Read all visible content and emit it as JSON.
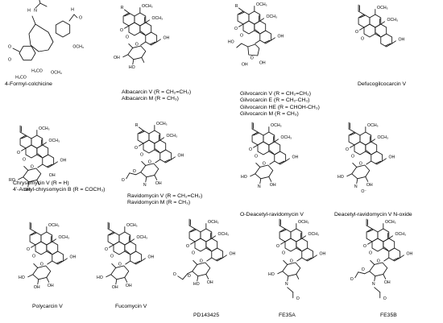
{
  "compounds": [
    {
      "id": "c1",
      "lines": [
        "4-Formyl-colchicine"
      ],
      "atoms": [
        "H",
        "N",
        "O",
        "O",
        "H₃CO",
        "H₃CO",
        "OCH₃",
        "OCH₃",
        "O"
      ]
    },
    {
      "id": "c2",
      "lines": [
        "Albacarcin V (R = CH₂=CH₂)",
        "Albacarcin M (R = CH₃)"
      ],
      "atoms": [
        "R",
        "OCH₃",
        "OCH₃",
        "O",
        "O",
        "OH",
        "OH",
        "HO",
        "O"
      ]
    },
    {
      "id": "c3",
      "lines": [
        "Gilvocarcin V (R = CH₂=CH₂)",
        "Gilvocarcin E (R = CH₂-CH₃)",
        "Gilvocarcin HE (R = CHOH-CH₃)",
        "Gilvocarcin M (R = CH₃)"
      ],
      "atoms": [
        "R",
        "OCH₃",
        "OCH₃",
        "O",
        "O",
        "OH",
        "HO",
        "OH",
        "OH",
        "O"
      ]
    },
    {
      "id": "c4",
      "lines": [
        "Defucogilcocarcin V"
      ],
      "atoms": [
        "OCH₃",
        "OCH₃",
        "O",
        "O",
        "OH"
      ]
    },
    {
      "id": "c5",
      "lines": [
        "Chrysomycin V (R = H)",
        "4’-Acetyl-chrysomycin B (R = COCH₃)"
      ],
      "atoms": [
        "OCH₃",
        "OCH₃",
        "O",
        "O",
        "O",
        "OH",
        "OH",
        "RO",
        "OH"
      ]
    },
    {
      "id": "c6",
      "lines": [
        "Ravidomycin V (R = CH₂=CH₂)",
        "Ravidomycin M (R = CH₃)"
      ],
      "atoms": [
        "R",
        "OCH₃",
        "OCH₃",
        "O",
        "O",
        "O",
        "O",
        "OH",
        "OH",
        "N"
      ]
    },
    {
      "id": "c7",
      "lines": [
        "O-Deacetyl-ravidomycin V"
      ],
      "atoms": [
        "OCH₃",
        "OCH₃",
        "O",
        "O",
        "O",
        "OH",
        "HO",
        "OH",
        "N"
      ]
    },
    {
      "id": "c8",
      "lines": [
        "Deacetyl-ravidomycin V N-oxide"
      ],
      "atoms": [
        "OCH₃",
        "OCH₃",
        "O",
        "O",
        "O",
        "OH",
        "OH",
        "HO",
        "N",
        "O⁻"
      ]
    },
    {
      "id": "c9",
      "lines": [
        "Polycarcin V"
      ],
      "atoms": [
        "OCH₃",
        "OCH₃",
        "O",
        "O",
        "O",
        "OH",
        "HO",
        "OH",
        "OH"
      ]
    },
    {
      "id": "c10",
      "lines": [
        "Fucomycin V"
      ],
      "atoms": [
        "OCH₃",
        "OCH₃",
        "O",
        "O",
        "O",
        "OH",
        "HO",
        "OH",
        "OH"
      ]
    },
    {
      "id": "c11",
      "lines": [
        "PD143425"
      ],
      "atoms": [
        "OCH₃",
        "OCH₃",
        "O",
        "O",
        "O",
        "OH",
        "O",
        "HO",
        "OH",
        "O"
      ]
    },
    {
      "id": "c12",
      "lines": [
        "FE35A"
      ],
      "atoms": [
        "OCH₃",
        "OCH₃",
        "O",
        "O",
        "O",
        "OH",
        "OH",
        "HO",
        "N",
        "O"
      ]
    },
    {
      "id": "c13",
      "lines": [
        "FE35B"
      ],
      "atoms": [
        "OCH₃",
        "OCH₃",
        "O",
        "O",
        "O",
        "OH",
        "O",
        "O",
        "OH",
        "N",
        "O"
      ]
    }
  ]
}
